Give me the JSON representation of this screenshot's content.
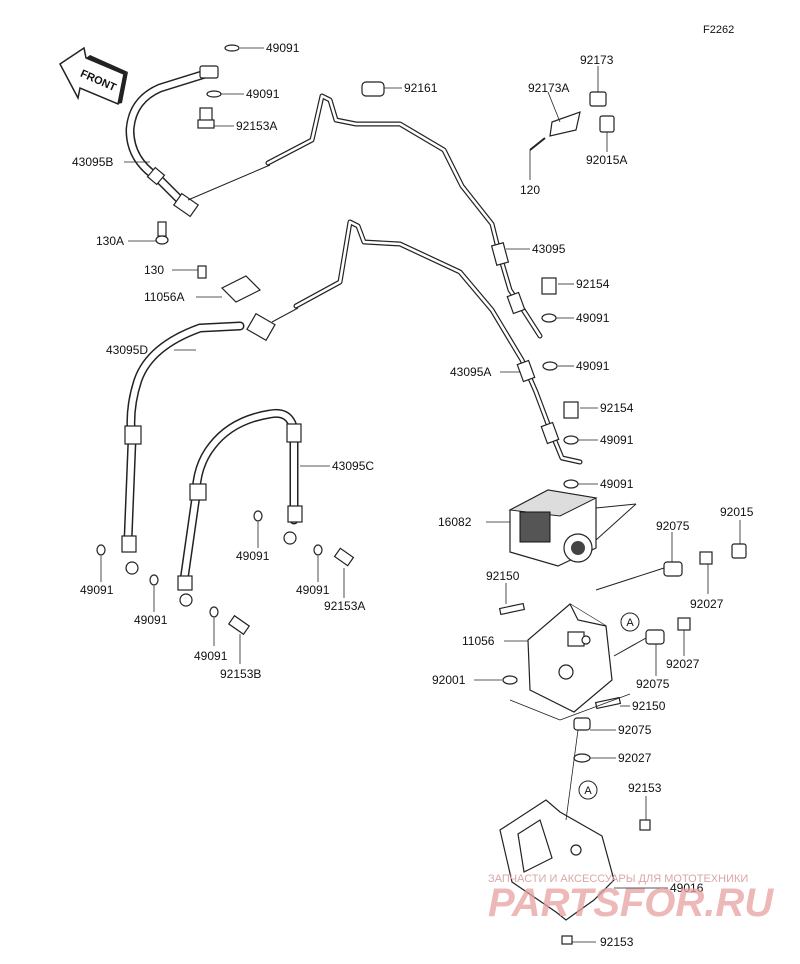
{
  "diagram_code": "F2262",
  "front_label": "FRONT",
  "detail_marker": "A",
  "watermark": {
    "tagline": "ЗАПЧАСТИ И АКСЕССУАРЫ ДЛЯ МОТОТЕХНИКИ",
    "brand": "PARTSFOR.RU"
  },
  "labels": {
    "l01": "49091",
    "l02": "49091",
    "l03": "92153A",
    "l04": "43095B",
    "l05": "130A",
    "l06": "92161",
    "l07": "92173",
    "l08": "92173A",
    "l09": "92015A",
    "l10": "120",
    "l11": "43095",
    "l12": "130",
    "l13": "11056A",
    "l14": "92154",
    "l15": "49091",
    "l16": "43095D",
    "l17": "49091",
    "l18": "43095A",
    "l19": "92154",
    "l20": "49091",
    "l21": "49091",
    "l22": "43095C",
    "l23": "16082",
    "l24": "92075",
    "l25": "92015",
    "l26": "49091",
    "l27": "49091",
    "l28": "92153A",
    "l29": "49091",
    "l30": "49091",
    "l31": "92150",
    "l32": "92027",
    "l33": "11056",
    "l34": "92027",
    "l35": "49091",
    "l36": "92153B",
    "l37": "92001",
    "l38": "92075",
    "l39": "92150",
    "l40": "92075",
    "l41": "92027",
    "l42": "92153",
    "l43": "49016",
    "l44": "92153"
  }
}
